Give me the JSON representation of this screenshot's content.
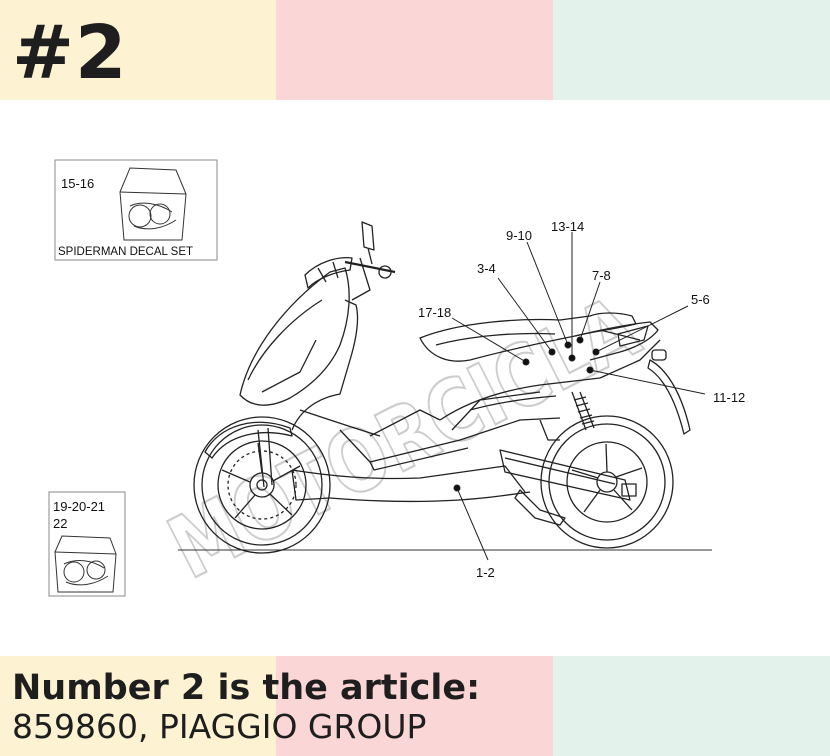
{
  "header": {
    "number": "#2",
    "colors": [
      "#fdf3d2",
      "#fbd6d6",
      "#e3f2ea"
    ]
  },
  "diagram": {
    "callouts": [
      {
        "id": "1-2",
        "text": "1-2"
      },
      {
        "id": "3-4",
        "text": "3-4"
      },
      {
        "id": "5-6",
        "text": "5-6"
      },
      {
        "id": "7-8",
        "text": "7-8"
      },
      {
        "id": "9-10",
        "text": "9-10"
      },
      {
        "id": "11-12",
        "text": "11-12"
      },
      {
        "id": "13-14",
        "text": "13-14"
      },
      {
        "id": "17-18",
        "text": "17-18"
      }
    ],
    "inset_top": {
      "label": "15-16",
      "caption": "SPIDERMAN DECAL SET"
    },
    "inset_bottom": {
      "label_line1": "19-20-21",
      "label_line2": "22"
    },
    "watermark": "MOTORCICLA"
  },
  "footer": {
    "title": "Number 2 is the article:",
    "subtitle": "859860, PIAGGIO GROUP",
    "colors": [
      "#fdf3d2",
      "#fbd6d6",
      "#e3f2ea"
    ]
  }
}
